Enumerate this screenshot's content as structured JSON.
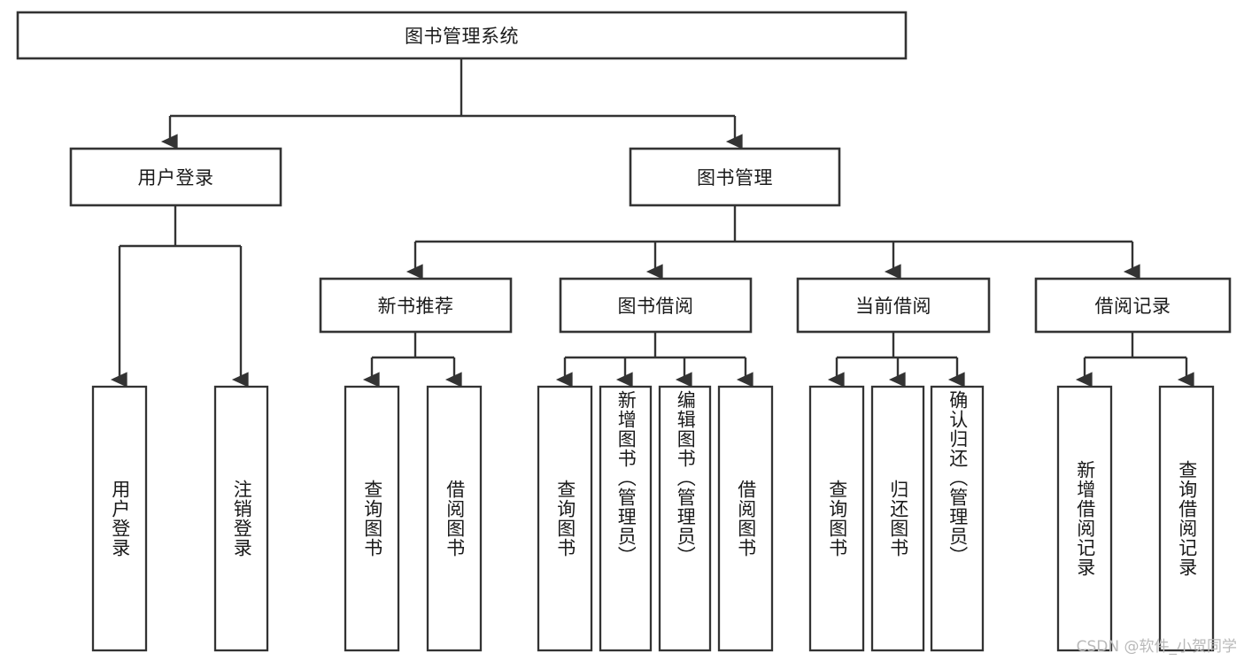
{
  "diagram": {
    "type": "tree-hierarchy",
    "root": {
      "label": "图书管理系统"
    },
    "level2": [
      {
        "label": "用户登录"
      },
      {
        "label": "图书管理"
      }
    ],
    "level3": [
      {
        "label": "新书推荐"
      },
      {
        "label": "图书借阅"
      },
      {
        "label": "当前借阅"
      },
      {
        "label": "借阅记录"
      }
    ],
    "leaves": {
      "user_login": [
        {
          "label": "用户登录"
        },
        {
          "label": "注销登录"
        }
      ],
      "new_book_recommend": [
        {
          "label": "查询图书"
        },
        {
          "label": "借阅图书"
        }
      ],
      "book_borrow": [
        {
          "label": "查询图书"
        },
        {
          "label": "新增图书（管理员）"
        },
        {
          "label": "编辑图书（管理员）"
        },
        {
          "label": "借阅图书"
        }
      ],
      "current_borrow": [
        {
          "label": "查询图书"
        },
        {
          "label": "归还图书"
        },
        {
          "label": "确认归还（管理员）"
        }
      ],
      "borrow_record": [
        {
          "label": "新增借阅记录"
        },
        {
          "label": "查询借阅记录"
        }
      ]
    }
  },
  "watermark": {
    "text": "CSDN @软件_小贺同学"
  },
  "colors": {
    "background": "#ffffff",
    "box_fill": "#ffffff",
    "box_stroke": "#333333",
    "line": "#333333",
    "text": "#1a1a1a",
    "watermark": "#b9b9b9"
  }
}
